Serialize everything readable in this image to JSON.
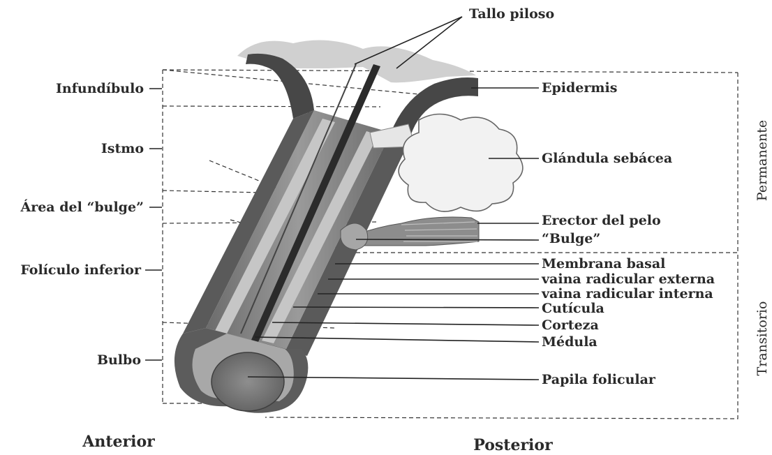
{
  "labels": {
    "tallo_piloso": "Tallo piloso",
    "infundibulo": "Infundíbulo",
    "istmo": "Istmo",
    "area_bulge": "Área del “bulge”",
    "foliculo_inferior": "Folículo inferior",
    "bulbo": "Bulbo",
    "epidermis": "Epidermis",
    "glandula_sebacea": "Glándula sebácea",
    "erector_pelo": "Erector del pelo",
    "bulge": "“Bulge”",
    "membrana_basal": "Membrana basal",
    "vaina_externa": "vaina radicular externa",
    "vaina_interna": "vaina radicular interna",
    "cuticula": "Cutícula",
    "corteza": "Corteza",
    "medula": "Médula",
    "papila": "Papila folicular",
    "permanente": "Permanente",
    "transitorio": "Transitorio",
    "anterior": "Anterior",
    "posterior": "Posterior"
  },
  "colors": {
    "skin_dark": "#4a4a4a",
    "tissue_mid": "#8a8a8a",
    "tissue_light": "#c4c4c4",
    "gland_fill": "#f2f2f2",
    "ink": "#222222"
  }
}
